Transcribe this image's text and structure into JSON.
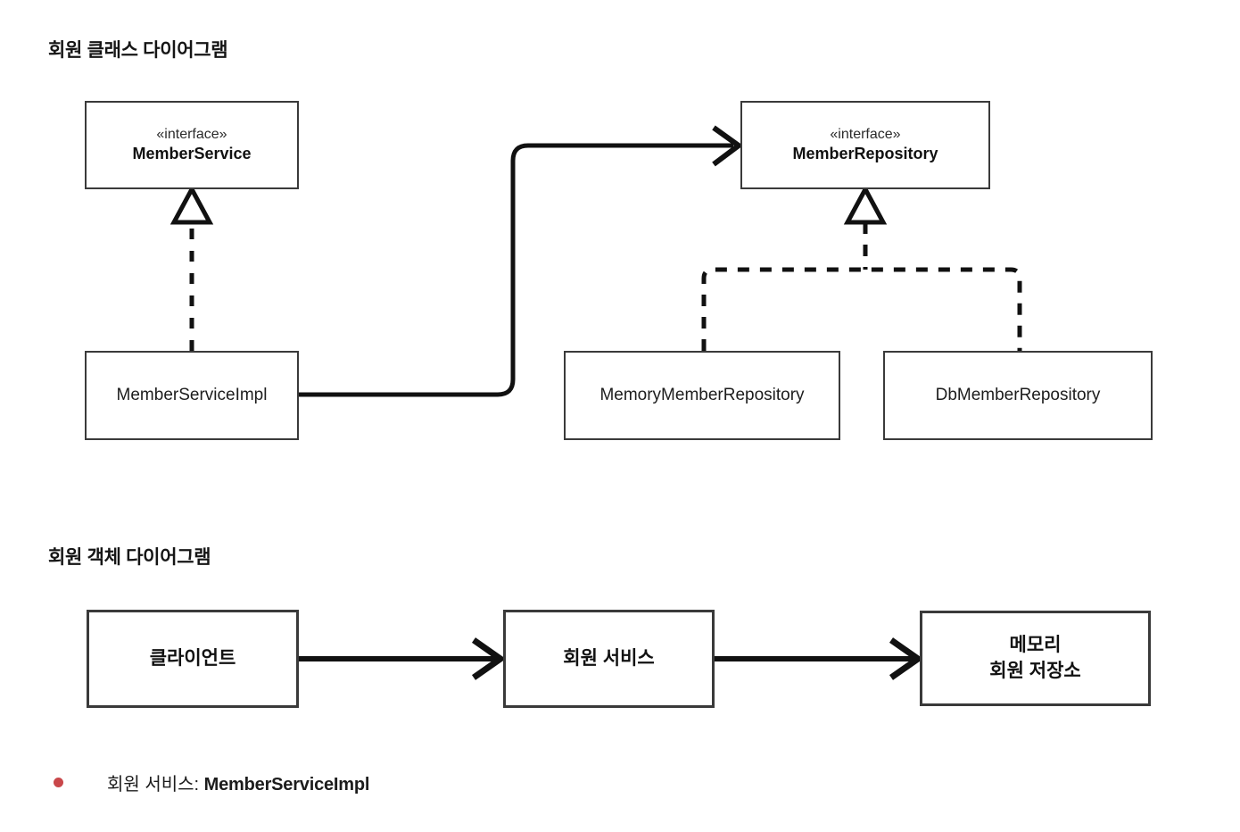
{
  "sections": {
    "class_diagram": {
      "heading": "회원 클래스 다이어그램",
      "nodes": [
        {
          "id": "member-service",
          "stereotype": "«interface»",
          "name": "MemberService",
          "kind": "interface"
        },
        {
          "id": "member-repository",
          "stereotype": "«interface»",
          "name": "MemberRepository",
          "kind": "interface"
        },
        {
          "id": "member-service-impl",
          "stereotype": "",
          "name": "MemberServiceImpl",
          "kind": "class"
        },
        {
          "id": "memory-member-repo",
          "stereotype": "",
          "name": "MemoryMemberRepository",
          "kind": "class"
        },
        {
          "id": "db-member-repo",
          "stereotype": "",
          "name": "DbMemberRepository",
          "kind": "class"
        }
      ],
      "edges": [
        {
          "from": "member-service-impl",
          "to": "member-service",
          "type": "realization",
          "style": "dashed",
          "arrow": "hollow-triangle"
        },
        {
          "from": "memory-member-repo",
          "to": "member-repository",
          "type": "realization",
          "style": "dashed",
          "arrow": "hollow-triangle"
        },
        {
          "from": "db-member-repo",
          "to": "member-repository",
          "type": "realization",
          "style": "dashed",
          "arrow": "hollow-triangle"
        },
        {
          "from": "member-service-impl",
          "to": "member-repository",
          "type": "dependency",
          "style": "solid",
          "arrow": "open-arrow"
        }
      ]
    },
    "object_diagram": {
      "heading": "회원 객체 다이어그램",
      "nodes": [
        {
          "id": "client",
          "name": "클라이언트"
        },
        {
          "id": "member-svc",
          "name": "회원 서비스"
        },
        {
          "id": "memory-store",
          "name": "메모리\n회원 저장소"
        }
      ],
      "edges": [
        {
          "from": "client",
          "to": "member-svc",
          "style": "solid",
          "arrow": "open-arrow"
        },
        {
          "from": "member-svc",
          "to": "memory-store",
          "style": "solid",
          "arrow": "open-arrow"
        }
      ]
    }
  },
  "notes": [
    {
      "bullet_color": "#c9474a",
      "label": "회원 서비스: ",
      "value": "MemberServiceImpl"
    }
  ]
}
